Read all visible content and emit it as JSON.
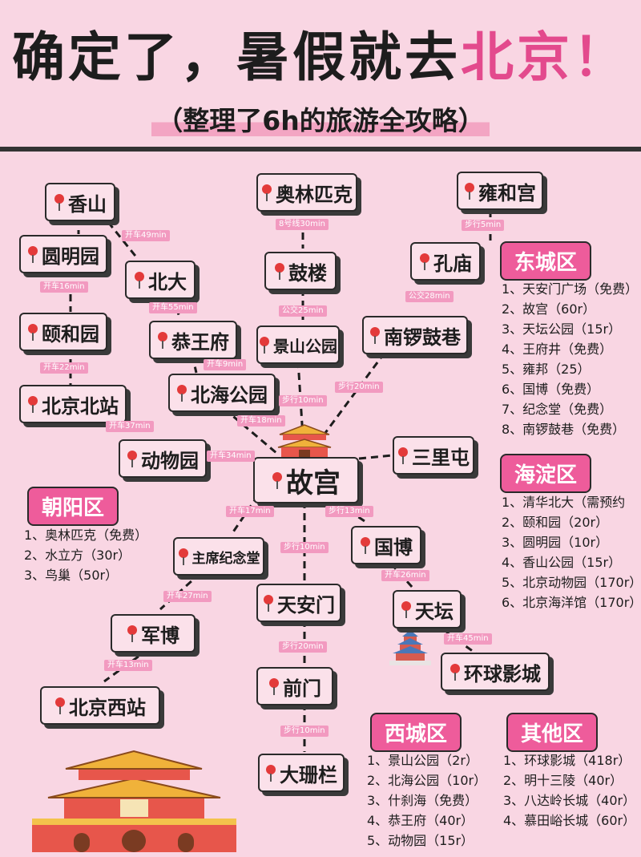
{
  "header": {
    "title_main": "确定了，暑假就去",
    "title_highlight": "北京！",
    "subtitle": "（整理了6h的旅游全攻略）"
  },
  "nodes": {
    "xiangshan": "香山",
    "yuanmingyuan": "圆明园",
    "yiheyuan": "颐和园",
    "beijing_north": "北京北站",
    "beida": "北大",
    "gongwangfu": "恭王府",
    "beihai": "北海公园",
    "zoo": "动物园",
    "olympic": "奥林匹克",
    "gulou": "鼓楼",
    "jingshan": "景山公园",
    "yonghegong": "雍和宫",
    "kongmiao": "孔庙",
    "nanluogu": "南锣鼓巷",
    "gugong": "故宫",
    "sanlitun": "三里屯",
    "mausoleum": "主席纪念堂",
    "tiananmen": "天安门",
    "guobo": "国博",
    "tiantan": "天坛",
    "junbo": "军博",
    "beijing_west": "北京西站",
    "qianmen": "前门",
    "universal": "环球影城",
    "dashilan": "大珊栏"
  },
  "tags": {
    "t1": "开车49min",
    "t2": "开车16min",
    "t3": "开车55min",
    "t4": "开车22min",
    "t5": "开车9min",
    "t6": "开车37min",
    "t7": "开车18min",
    "t8": "开车34min",
    "t9": "8号线30min",
    "t10": "公交25min",
    "t11": "步行10min",
    "t12": "步行5min",
    "t13": "公交28min",
    "t14": "步行20min",
    "t15": "开车17min",
    "t16": "步行13min",
    "t17": "步行10min",
    "t18": "开车26min",
    "t19": "开车27min",
    "t20": "步行20min",
    "t21": "开车45min",
    "t22": "开车13min",
    "t23": "步行10min"
  },
  "districts": {
    "dongcheng": {
      "title": "东城区",
      "items": [
        "1、天安门广场（免费）",
        "2、故宫（60r）",
        "3、天坛公园（15r）",
        "4、王府井（免费）",
        "5、雍邦（25）",
        "6、国博（免费）",
        "7、纪念堂（免费）",
        "8、南锣鼓巷（免费）"
      ]
    },
    "haidian": {
      "title": "海淀区",
      "items": [
        "1、清华北大（需预约",
        "2、颐和园（20r）",
        "3、圆明园（10r）",
        "4、香山公园（15r）",
        "5、北京动物园（170r）",
        "6、北京海洋馆（170r）"
      ]
    },
    "chaoyang": {
      "title": "朝阳区",
      "items": [
        "1、奥林匹克（免费）",
        "2、水立方（30r）",
        "3、鸟巢（50r）"
      ]
    },
    "xicheng": {
      "title": "西城区",
      "items": [
        "1、景山公园（2r）",
        "2、北海公园（10r）",
        "3、什刹海（免费）",
        "4、恭王府（40r）",
        "5、动物园（15r）"
      ]
    },
    "other": {
      "title": "其他区",
      "items": [
        "1、环球影城（418r）",
        "2、明十三陵（40r）",
        "3、八达岭长城（40r）",
        "4、慕田峪长城（60r）"
      ]
    }
  },
  "colors": {
    "background": "#f9d6e3",
    "accent": "#e34a8d",
    "badge": "#ee5c9b",
    "tag": "#f29ac0",
    "node": "#fbe1ea"
  }
}
